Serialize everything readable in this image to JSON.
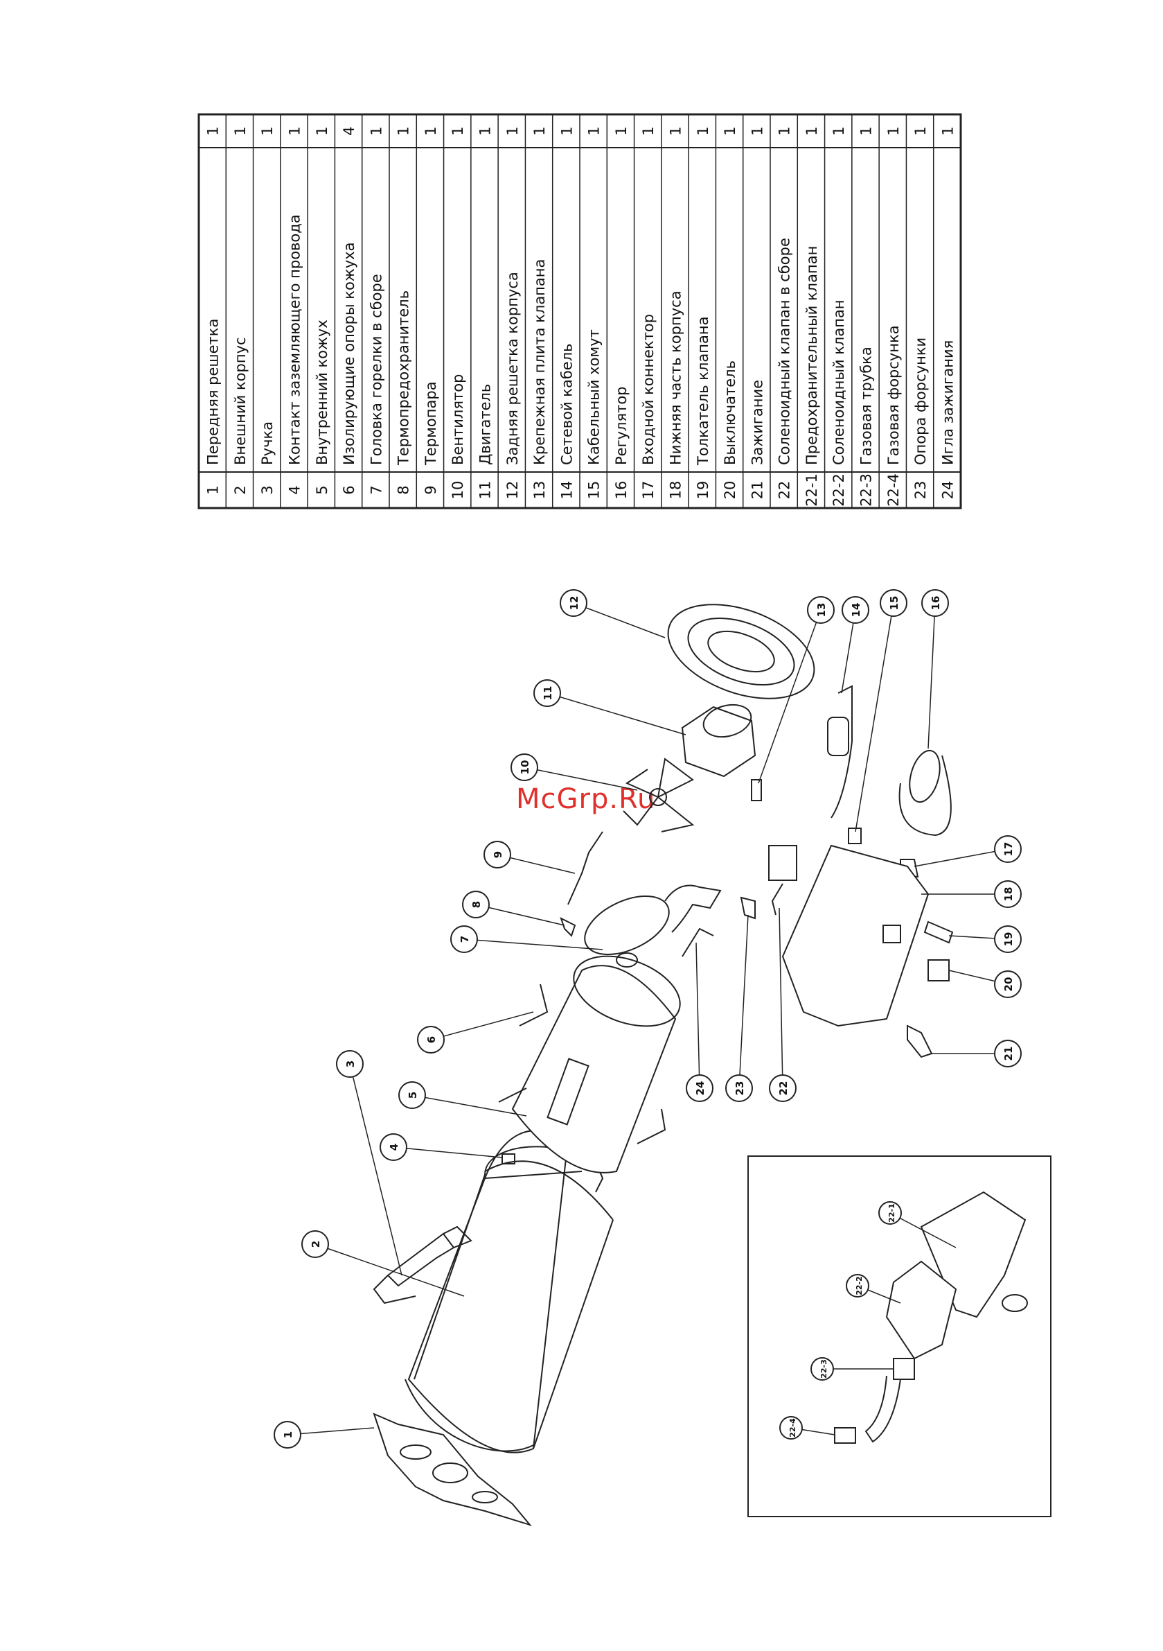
{
  "watermark": "McGrp.Ru",
  "parts": [
    {
      "num": "1",
      "name": "Передняя решетка",
      "qty": "1"
    },
    {
      "num": "2",
      "name": "Внешний корпус",
      "qty": "1"
    },
    {
      "num": "3",
      "name": "Ручка",
      "qty": "1"
    },
    {
      "num": "4",
      "name": "Контакт заземляющего провода",
      "qty": "1"
    },
    {
      "num": "5",
      "name": "Внутренний кожух",
      "qty": "1"
    },
    {
      "num": "6",
      "name": "Изолирующие опоры кожуха",
      "qty": "4"
    },
    {
      "num": "7",
      "name": "Головка горелки в сборе",
      "qty": "1"
    },
    {
      "num": "8",
      "name": "Термопредохранитель",
      "qty": "1"
    },
    {
      "num": "9",
      "name": "Термопара",
      "qty": "1"
    },
    {
      "num": "10",
      "name": "Вентилятор",
      "qty": "1"
    },
    {
      "num": "11",
      "name": "Двигатель",
      "qty": "1"
    },
    {
      "num": "12",
      "name": "Задняя решетка корпуса",
      "qty": "1"
    },
    {
      "num": "13",
      "name": "Крепежная плита клапана",
      "qty": "1"
    },
    {
      "num": "14",
      "name": "Сетевой кабель",
      "qty": "1"
    },
    {
      "num": "15",
      "name": "Кабельный хомут",
      "qty": "1"
    },
    {
      "num": "16",
      "name": "Регулятор",
      "qty": "1"
    },
    {
      "num": "17",
      "name": "Входной коннектор",
      "qty": "1"
    },
    {
      "num": "18",
      "name": "Нижняя часть корпуса",
      "qty": "1"
    },
    {
      "num": "19",
      "name": "Толкатель клапана",
      "qty": "1"
    },
    {
      "num": "20",
      "name": "Выключатель",
      "qty": "1"
    },
    {
      "num": "21",
      "name": "Зажигание",
      "qty": "1"
    },
    {
      "num": "22",
      "name": "Соленоидный клапан в сборе",
      "qty": "1"
    },
    {
      "num": "22-1",
      "name": "Предохранительный клапан",
      "qty": "1"
    },
    {
      "num": "22-2",
      "name": "Соленоидный клапан",
      "qty": "1"
    },
    {
      "num": "22-3",
      "name": "Газовая трубка",
      "qty": "1"
    },
    {
      "num": "22-4",
      "name": "Газовая форсунка",
      "qty": "1"
    },
    {
      "num": "23",
      "name": "Опора форсунки",
      "qty": "1"
    },
    {
      "num": "24",
      "name": "Игла зажигания",
      "qty": "1"
    }
  ],
  "callouts": [
    "1",
    "2",
    "3",
    "4",
    "5",
    "6",
    "7",
    "8",
    "9",
    "10",
    "11",
    "12",
    "13",
    "14",
    "15",
    "16",
    "17",
    "18",
    "19",
    "20",
    "21",
    "22",
    "23",
    "24",
    "22-1",
    "22-2",
    "22-3",
    "22-4"
  ]
}
